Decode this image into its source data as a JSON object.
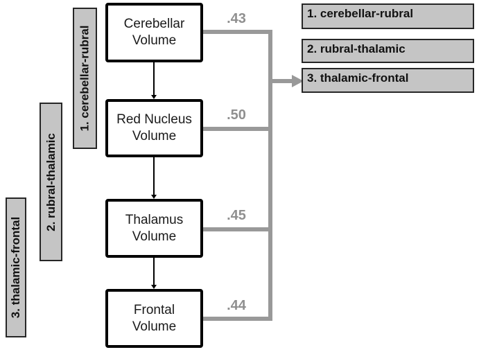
{
  "diagram": {
    "title": "cerebellar-rubral-thalamic-frontal volume path diagram",
    "colors": {
      "connector_gray": "#999999",
      "value_text_gray": "#8f8f8f",
      "label_fill_gray": "#c5c5c5",
      "node_border": "#000000",
      "label_border": "#262626",
      "background": "#ffffff"
    },
    "nodes": [
      {
        "title": "Cerebellar\nVolume"
      },
      {
        "title": "Red Nucleus\nVolume"
      },
      {
        "title": "Thalamus\nVolume"
      },
      {
        "title": "Frontal\nVolume"
      }
    ],
    "path_coefficients": [
      {
        "value": ".43"
      },
      {
        "value": ".50"
      },
      {
        "value": ".45"
      },
      {
        "value": ".44"
      }
    ],
    "left_labels": [
      {
        "text": "1. cerebellar-rubral"
      },
      {
        "text": "2. rubral-thalamic"
      },
      {
        "text": "3. thalamic-frontal"
      }
    ],
    "legend": [
      {
        "text": "1. cerebellar-rubral"
      },
      {
        "text": "2. rubral-thalamic"
      },
      {
        "text": "3. thalamic-frontal"
      }
    ]
  }
}
